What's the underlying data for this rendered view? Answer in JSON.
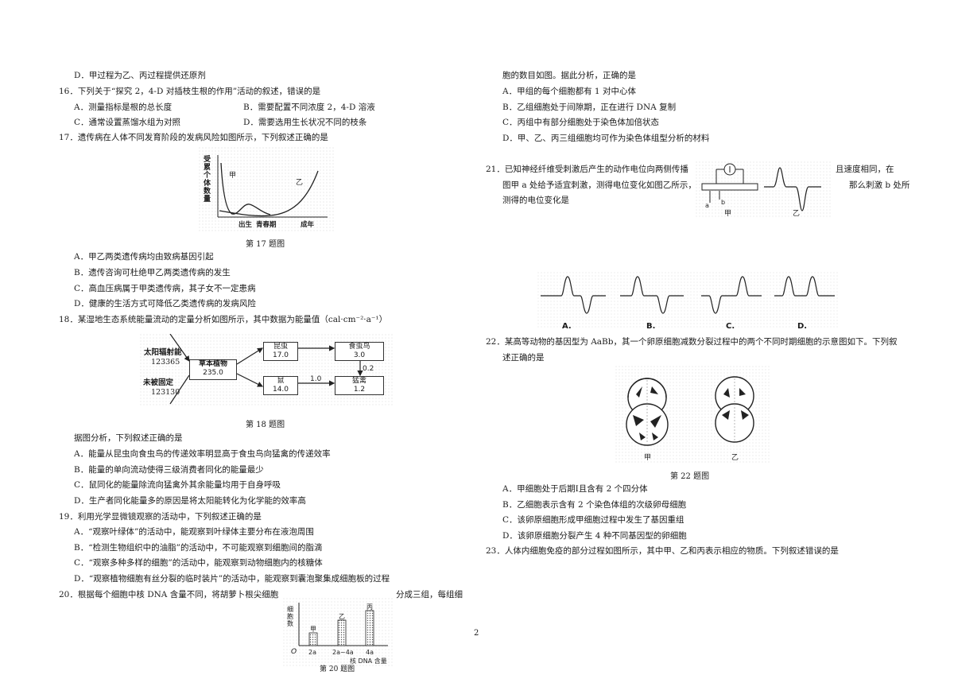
{
  "page_number": "2",
  "left": {
    "q15_d": "D．甲过程为乙、丙过程提供还原剂",
    "q16": {
      "stem": "16．下列关于“探究 2，4-D 对插枝生根的作用”活动的叙述，错误的是",
      "a": "A．测量指标是根的总长度",
      "b": "B．需要配置不同浓度 2，4-D 溶液",
      "c": "C．通常设置蒸馏水组为对照",
      "d": "D．需要选用生长状况不同的枝条"
    },
    "q17": {
      "stem": "17．遗传病在人体不同发育阶段的发病风险如图所示，下列叙述正确的是",
      "ylabel": "受累个体数量",
      "curve_a": "甲",
      "curve_b": "乙",
      "x1": "出生",
      "x2": "青春期",
      "x3": "成年",
      "caption": "第 17 题图",
      "a": "A．甲乙两类遗传病均由致病基因引起",
      "b": "B．遗传咨询可杜绝甲乙两类遗传病的发生",
      "c": "C．高血压病属于甲类遗传病，其子女不一定患病",
      "d": "D．健康的生活方式可降低乙类遗传病的发病风险"
    },
    "q18": {
      "stem": "18．某湿地生态系统能量流动的定量分析如图所示，其中数据为能量值（cal·cm⁻²·a⁻¹）",
      "sun_label": "太阳辐射能",
      "sun_value": "123365",
      "unfixed_label": "未被固定",
      "unfixed_value": "123130",
      "plant": "草本植物",
      "plant_value": "235.0",
      "insect": "昆虫",
      "insect_value": "17.0",
      "bird": "食虫鸟",
      "bird_value": "3.0",
      "mouse": "鼠",
      "mouse_value": "14.0",
      "raptor": "猛禽",
      "raptor_value": "1.2",
      "arrow_bird_raptor": "0.2",
      "arrow_mouse_raptor": "1.0",
      "caption": "第 18 题图",
      "lead": "据图分析，下列叙述正确的是",
      "a": "A．能量从昆虫向食虫鸟的传递效率明显高于食虫鸟向猛禽的传递效率",
      "b": "B．能量的单向流动使得三级消费者同化的能量最少",
      "c": "C．鼠同化的能量除流向猛禽外其余能量均用于自身呼吸",
      "d": "D．生产者同化能量多的原因是将太阳能转化为化学能的效率高"
    },
    "q19": {
      "stem": "19．利用光学显微镜观察的活动中，下列叙述正确的是",
      "a": "A．“观察叶绿体”的活动中，能观察到叶绿体主要分布在液泡周围",
      "b": "B．“检测生物组织中的油脂”的活动中，不可能观察到细胞间的脂滴",
      "c": "C．“观察多种多样的细胞”的活动中，能观察到动物细胞内的核糖体",
      "d": "D．“观察植物细胞有丝分裂的临时装片”的活动中，能观察到囊泡聚集成细胞板的过程"
    },
    "q20": {
      "stem": "20．根据每个细胞中核 DNA 含量不同，将胡萝卜根尖细胞",
      "stem_tail": "分成三组，每组细",
      "ylabel": "细胞数",
      "bar_labels": [
        "甲",
        "乙",
        "丙"
      ],
      "x_ticks": [
        "2a",
        "2a~4a",
        "4a"
      ],
      "xlabel": "核 DNA 含量",
      "origin": "O",
      "caption": "第 20 题图"
    }
  },
  "right": {
    "q20_cont": {
      "text": "胞的数目如图。据此分析，正确的是",
      "a": "A．甲组的每个细胞都有 1 对中心体",
      "b": "B．乙组细胞处于间隙期，正在进行 DNA 复制",
      "c": "C．丙组中有部分细胞处于染色体加倍状态",
      "d": "D．甲、乙、丙三组细胞均可作为染色体组型分析的材料"
    },
    "q21": {
      "stem1": "21．已知神经纤维受刺激后产生的动作电位向两侧传播",
      "stem1_tail": "且速度相同，在",
      "stem2": "图甲 a 处给予适宜刺激，测得电位变化如图乙所示，",
      "stem2_tail": "那么刺激 b 处所",
      "stem3": "测得的电位变化是",
      "fig_a_label": "甲",
      "fig_b_label": "乙",
      "point_a": "a",
      "point_b": "b",
      "options": [
        "A.",
        "B.",
        "C.",
        "D."
      ]
    },
    "q22": {
      "stem1": "22．某高等动物的基因型为 AaBb，其一个卵原细胞减数分裂过程中的两个不同时期细胞的示意图如下。下列叙",
      "stem2": "述正确的是",
      "cell_a": "甲",
      "cell_b": "乙",
      "caption": "第 22 题图",
      "a": "A．甲细胞处于后期Ⅰ且含有 2 个四分体",
      "b": "B．乙细胞表示含有 2 个染色体组的次级卵母细胞",
      "c": "C．该卵原细胞形成甲细胞过程中发生了基因重组",
      "d": "D．该卵原细胞分裂产生 4 种不同基因型的卵细胞"
    },
    "q23": {
      "stem": "23．人体内细胞免疫的部分过程如图所示，其中甲、乙和丙表示相应的物质。下列叙述错误的是"
    }
  }
}
